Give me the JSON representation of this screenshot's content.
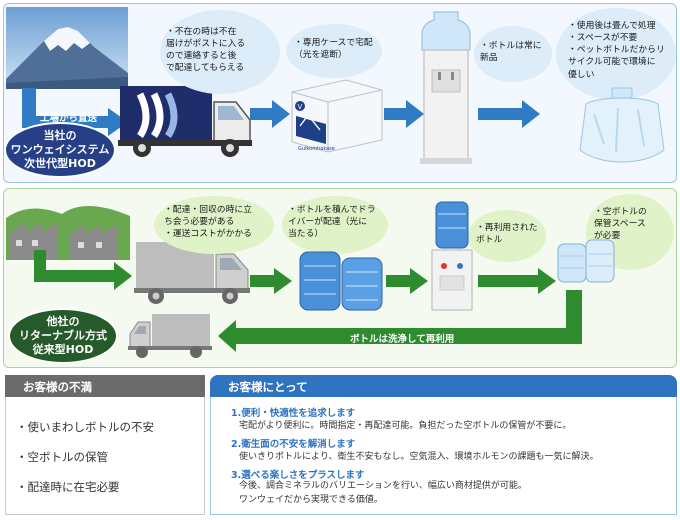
{
  "top": {
    "label": "当社の\nワンウェイシステム\n次世代型HOD",
    "factory_note": "工場から直送",
    "bubbles": [
      "・不在の時は不在\n届けがポストに入る\nので連絡すると後\nで配達してもらえる",
      "・専用ケースで宅配\n（光を遮断）",
      "・ボトルは常に\n新品",
      "・使用後は畳んで処理\n・スペースが不要\n・ペットボトルだからリ\nサイクル可能で環境に\n優しい"
    ],
    "box_brand": "Gulkomhakase",
    "box_letter": "V"
  },
  "middle": {
    "label": "他社の\nリターナブル方式\n従来型HOD",
    "return_note": "ボトルは洗浄して再利用",
    "bubbles": [
      "・配達・回収の時に立\nち会う必要がある\n・運送コストがかかる",
      "・ボトルを積んでドラ\nイバーが配達（光に\n当たる）",
      "・再利用された\nボトル",
      "・空ボトルの\n保管スペース\nが必要"
    ]
  },
  "dissatisfaction": {
    "title": "お客様の不満",
    "items": [
      "・使いまわしボトルの不安",
      "・空ボトルの保管",
      "・配達時に在宅必要"
    ]
  },
  "customer": {
    "title": "お客様にとって",
    "points": [
      {
        "heading": "1.便利・快適性を追求します",
        "desc": "宅配がより便利に。時間指定・再配達可能。負担だった空ボトルの保管が不要に。"
      },
      {
        "heading": "2.衛生面の不安を解消します",
        "desc": "使いきりボトルにより、衛生不安もなし。空気混入、環境ホルモンの課題も一気に解決。"
      },
      {
        "heading": "3.選べる楽しさをプラスします",
        "desc": "今後、調合ミネラルのバリエーションを行い、幅広い商材提供が可能。\nワンウェイだから実現できる価値。"
      }
    ]
  },
  "colors": {
    "blue_accent": "#2f74c0",
    "navy": "#263f86",
    "green_accent": "#2e8b2e",
    "dark_green": "#265a2a"
  }
}
